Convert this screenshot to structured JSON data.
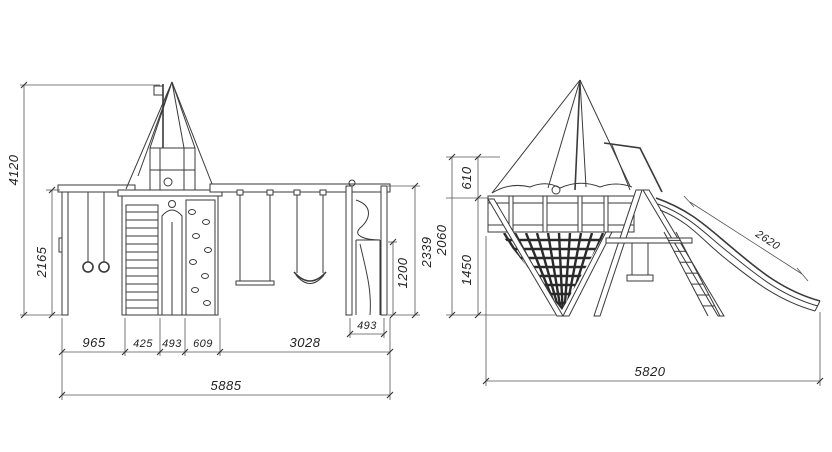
{
  "front_view": {
    "dimensions": {
      "overall_height": "4120",
      "deck_height": "2165",
      "rings_bay_width": "965",
      "climbing_wall_width": "425",
      "slide_bay_width": "493",
      "tower_side_width": "609",
      "swing_beam_length": "3028",
      "tube_slide_width": "493",
      "swing_beam_height": "2339",
      "tube_slide_exit_height": "1200",
      "overall_width": "5885"
    }
  },
  "side_view": {
    "dimensions": {
      "upper_height": "610",
      "overall_height": "2060",
      "deck_height": "1450",
      "overall_length": "5820",
      "slide_length": "2620"
    }
  }
}
